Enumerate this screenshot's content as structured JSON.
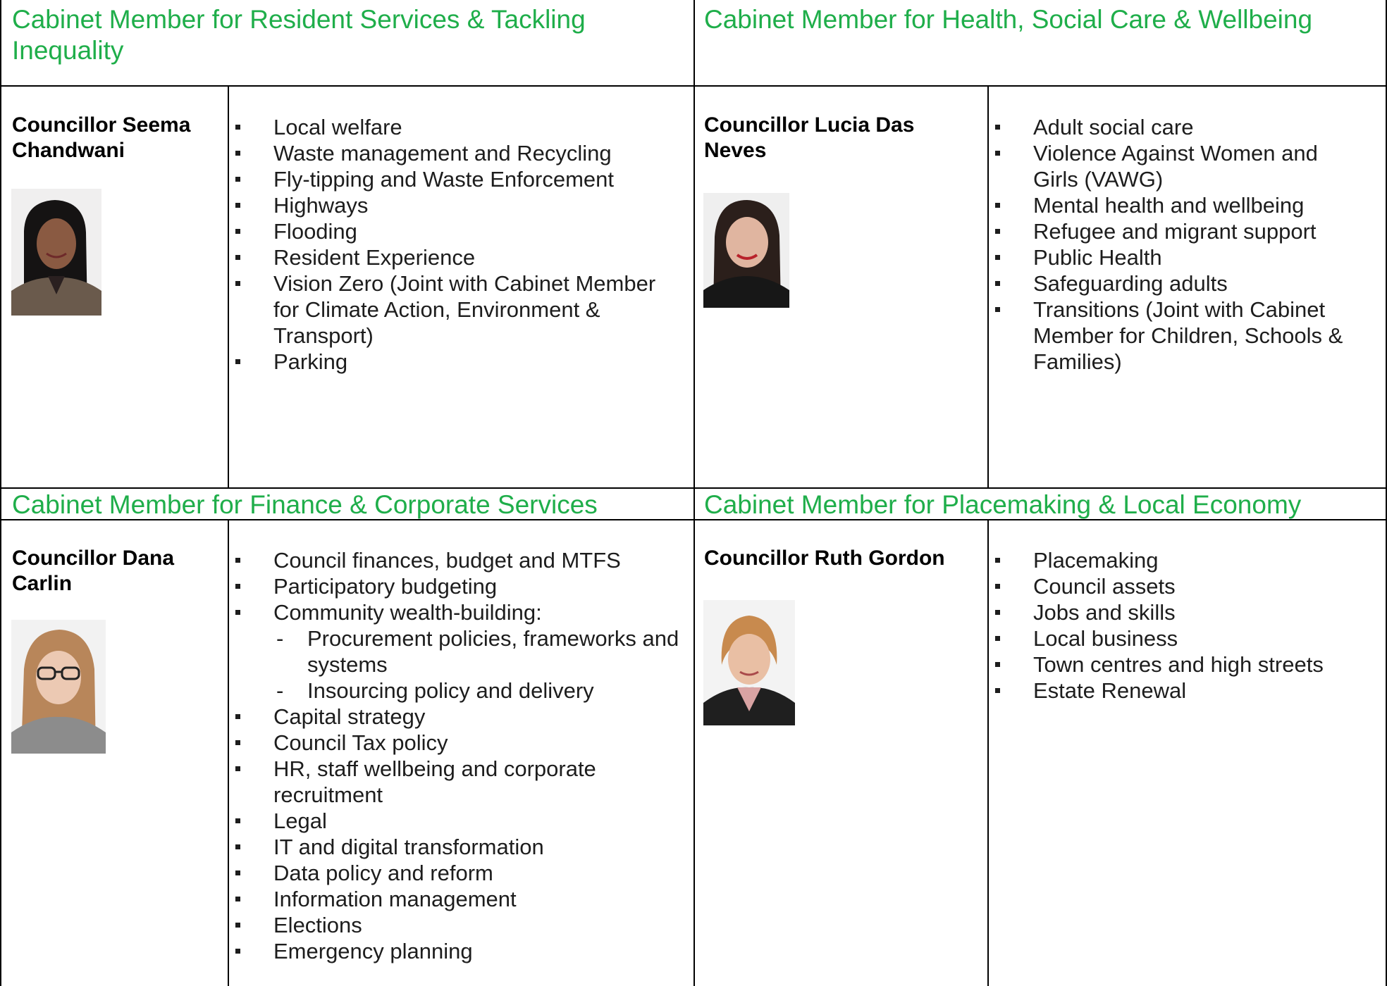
{
  "blocks": [
    {
      "title": "Cabinet Member for Resident Services & Tackling Inequality",
      "councillor": "Councillor Seema Chandwani",
      "responsibilities": [
        {
          "text": "Local welfare"
        },
        {
          "text": "Waste management and Recycling"
        },
        {
          "text": "Fly-tipping and Waste Enforcement"
        },
        {
          "text": "Highways"
        },
        {
          "text": "Flooding"
        },
        {
          "text": "Resident Experience"
        },
        {
          "text": "Vision Zero (Joint with Cabinet Member for Climate Action, Environment & Transport)"
        },
        {
          "text": "Parking"
        }
      ]
    },
    {
      "title": "Cabinet Member for Health, Social Care & Wellbeing",
      "councillor": "Councillor Lucia Das Neves",
      "responsibilities": [
        {
          "text": "Adult social care"
        },
        {
          "text": "Violence Against Women and Girls (VAWG)"
        },
        {
          "text": "Mental health and wellbeing"
        },
        {
          "text": "Refugee and migrant support"
        },
        {
          "text": "Public Health"
        },
        {
          "text": "Safeguarding adults"
        },
        {
          "text": "Transitions (Joint with Cabinet Member for Children, Schools & Families)"
        }
      ]
    },
    {
      "title": "Cabinet Member for Finance & Corporate Services",
      "councillor": "Councillor Dana Carlin",
      "responsibilities": [
        {
          "text": "Council finances, budget and MTFS"
        },
        {
          "text": "Participatory budgeting"
        },
        {
          "text": "Community wealth-building:",
          "sub": [
            "Procurement policies, frameworks and systems",
            "Insourcing policy and delivery"
          ]
        },
        {
          "text": "Capital strategy"
        },
        {
          "text": "Council Tax policy"
        },
        {
          "text": "HR, staff wellbeing and corporate recruitment"
        },
        {
          "text": "Legal"
        },
        {
          "text": "IT and digital transformation"
        },
        {
          "text": "Data policy and reform"
        },
        {
          "text": "Information management"
        },
        {
          "text": "Elections"
        },
        {
          "text": "Emergency planning"
        }
      ]
    },
    {
      "title": "Cabinet Member for Placemaking & Local Economy",
      "councillor": "Councillor Ruth Gordon",
      "responsibilities": [
        {
          "text": "Placemaking"
        },
        {
          "text": "Council assets"
        },
        {
          "text": "Jobs and skills"
        },
        {
          "text": "Local business"
        },
        {
          "text": "Town centres and high streets"
        },
        {
          "text": "Estate Renewal"
        }
      ]
    }
  ],
  "colors": {
    "title": "#1fae4a",
    "text": "#1d1d1d",
    "border": "#000000"
  }
}
